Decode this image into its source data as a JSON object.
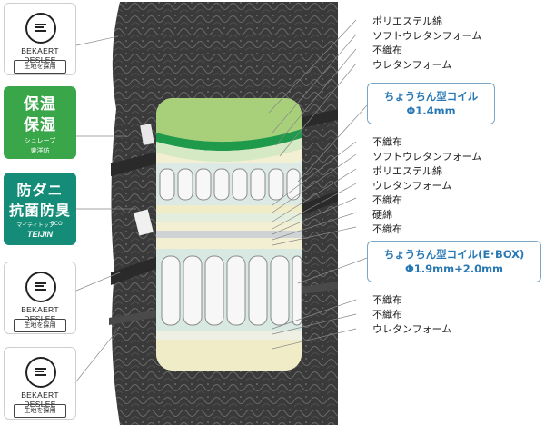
{
  "badges": {
    "deslee_top": {
      "brand": "BEKAERT DESLEE",
      "tag": "生地を採用"
    },
    "hoon": {
      "line1": "保温",
      "line2": "保湿",
      "sub1": "シュレープ",
      "sub2": "東洋紡"
    },
    "antimite": {
      "line1": "防ダニ",
      "line2": "抗菌防臭",
      "sub1": "マイティトップ",
      "sub_badge": "ECO",
      "sub2": "TEIJIN"
    },
    "deslee_mid": {
      "brand": "BEKAERT DESLEE",
      "tag": "生地を採用"
    },
    "deslee_bottom": {
      "brand": "BEKAERT DESLEE",
      "tag": "生地を採用"
    }
  },
  "top_layers": [
    "ポリエステル綿",
    "ソフトウレタンフォーム",
    "不織布",
    "ウレタンフォーム"
  ],
  "coil_top": {
    "title": "ちょうちん型コイル",
    "spec": "Φ1.4mm"
  },
  "middle_layers": [
    "不織布",
    "ソフトウレタンフォーム",
    "ポリエステル綿",
    "ウレタンフォーム",
    "不織布",
    "硬綿",
    "不織布"
  ],
  "coil_bottom": {
    "title": "ちょうちん型コイル(E･BOX)",
    "spec": "Φ1.9mm+2.0mm"
  },
  "bottom_layers": [
    "不織布",
    "不織布",
    "ウレタンフォーム"
  ],
  "colors": {
    "green_badge": "#3aa64a",
    "teal_badge": "#148c78",
    "callout_text": "#2878b4",
    "mattress": "#3b3b3b"
  }
}
